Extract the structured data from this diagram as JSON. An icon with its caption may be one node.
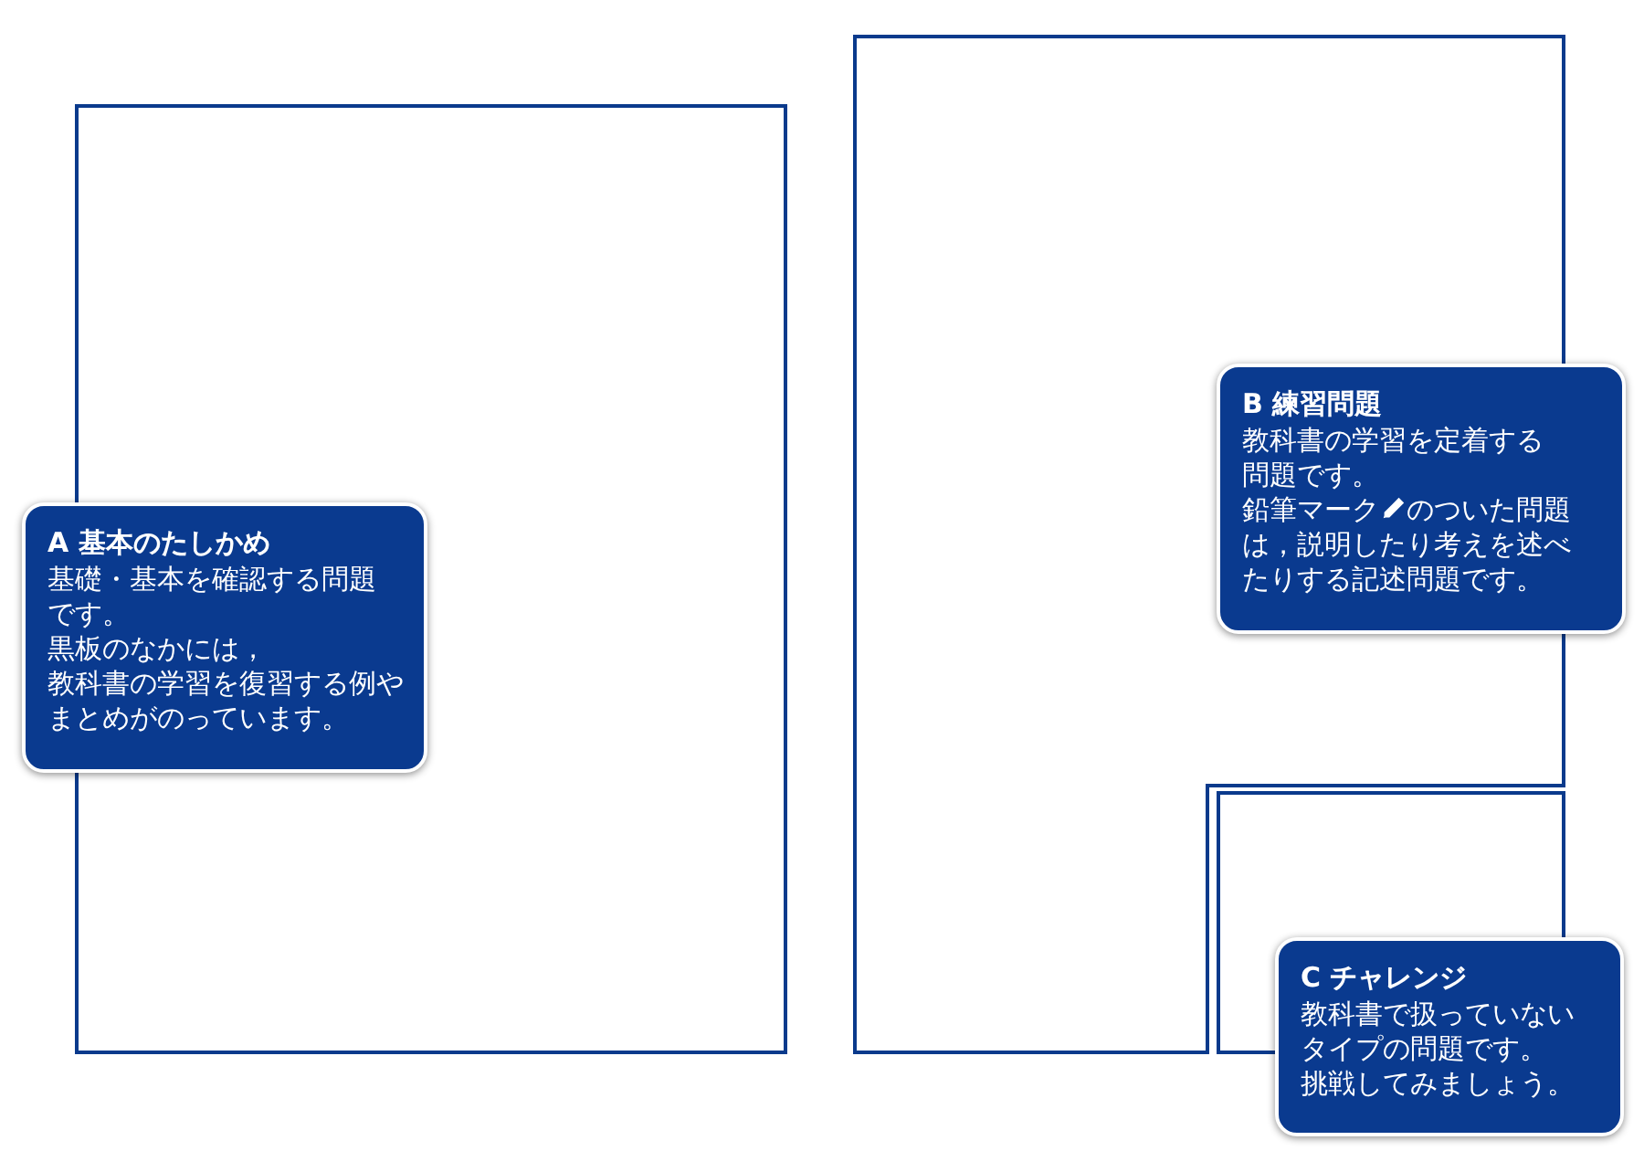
{
  "diagram": {
    "nodes": [
      {
        "text": [
          "A 基本のたしかめ",
          "基礎・基本を確認する問題です。",
          "黒板のなかには，",
          "教科書の学習を復習する例やまとめがのっています。"
        ]
      },
      {
        "text": [
          "B 練習問題",
          "教科書の学習を定着する問題です。",
          "鉛筆マーク",
          "のついた問題は，説明したり考えを述べたりする記述問題です。"
        ]
      },
      {
        "text": [
          "C チャレンジ",
          "教科書で扱っていないタイプの問題です。",
          "挑戦してみましょう。"
        ]
      }
    ]
  }
}
